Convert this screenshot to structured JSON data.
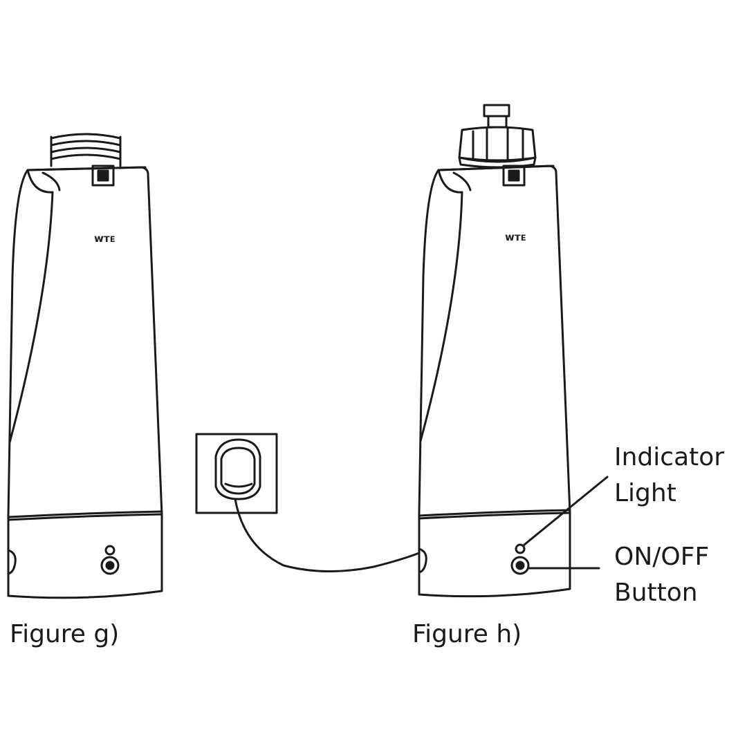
{
  "figures": [
    {
      "caption": "Figure g)"
    },
    {
      "caption": "Figure h)"
    }
  ],
  "callouts": {
    "indicator_light": {
      "line1": "Indicator",
      "line2": "Light"
    },
    "on_off_button": {
      "line1": "ON/OFF",
      "line2": "Button"
    }
  },
  "icons": [
    "bottle-body",
    "bottle-neck-thread",
    "bottle-cap",
    "wall-socket",
    "power-plug",
    "charging-cable",
    "indicator-light-icon",
    "power-button-icon"
  ],
  "colors": {
    "line": "#1a1a1a",
    "background": "#ffffff"
  }
}
